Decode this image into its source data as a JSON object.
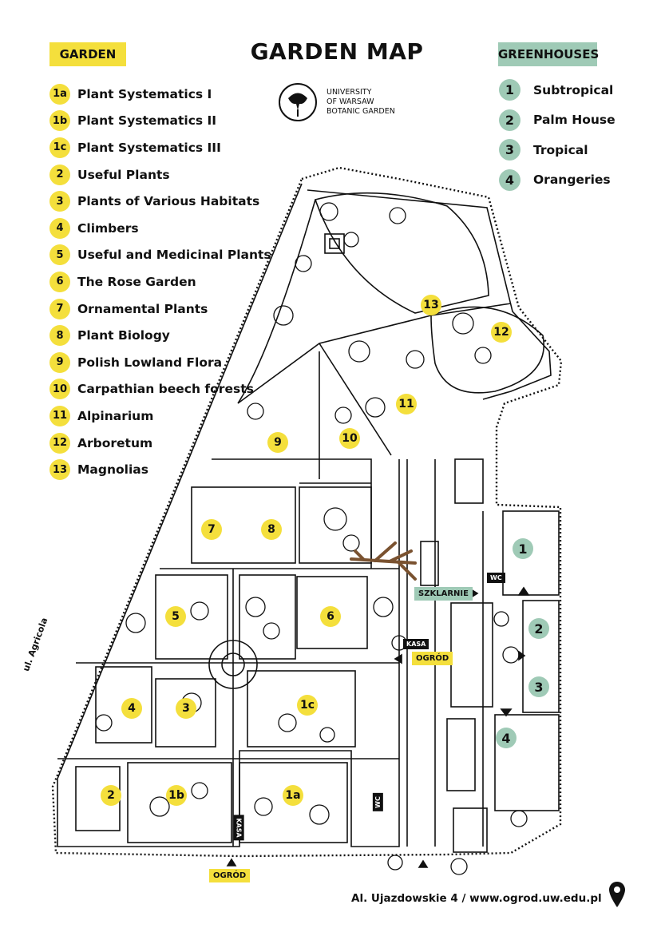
{
  "title": "GARDEN MAP",
  "garden_tag": "GARDEN",
  "greenhouses_tag": "GREENHOUSES",
  "logo": {
    "line1": "UNIVERSITY",
    "line2": "OF WARSAW",
    "line3": "BOTANIC GARDEN",
    "icon": "ginkgo-leaf-icon"
  },
  "garden_legend": [
    {
      "id": "1a",
      "label": "Plant Systematics I"
    },
    {
      "id": "1b",
      "label": "Plant Systematics II"
    },
    {
      "id": "1c",
      "label": "Plant Systematics III"
    },
    {
      "id": "2",
      "label": "Useful Plants"
    },
    {
      "id": "3",
      "label": "Plants of Various Habitats"
    },
    {
      "id": "4",
      "label": "Climbers"
    },
    {
      "id": "5",
      "label": "Useful and Medicinal Plants"
    },
    {
      "id": "6",
      "label": "The Rose Garden"
    },
    {
      "id": "7",
      "label": "Ornamental Plants"
    },
    {
      "id": "8",
      "label": "Plant Biology"
    },
    {
      "id": "9",
      "label": "Polish Lowland Flora"
    },
    {
      "id": "10",
      "label": "Carpathian beech forests"
    },
    {
      "id": "11",
      "label": "Alpinarium"
    },
    {
      "id": "12",
      "label": "Arboretum"
    },
    {
      "id": "13",
      "label": "Magnolias"
    }
  ],
  "greenhouse_legend": [
    {
      "id": "1",
      "label": "Subtropical"
    },
    {
      "id": "2",
      "label": "Palm House"
    },
    {
      "id": "3",
      "label": "Tropical"
    },
    {
      "id": "4",
      "label": "Orangeries"
    }
  ],
  "map_labels": {
    "szklarnie": "SZKLARNIE",
    "ogrod_east": "OGRÓD",
    "ogrod_south": "OGRÓD",
    "kasa_east": "KASA",
    "kasa_south": "KASA",
    "wc": "WC",
    "street": "ul. Agricola"
  },
  "footer": "Al. Ujazdowskie 4  /  www.ogrod.uw.edu.pl",
  "colors": {
    "yellow": "#f4df3c",
    "green": "#9fcab6",
    "tree": "#7a5230"
  }
}
